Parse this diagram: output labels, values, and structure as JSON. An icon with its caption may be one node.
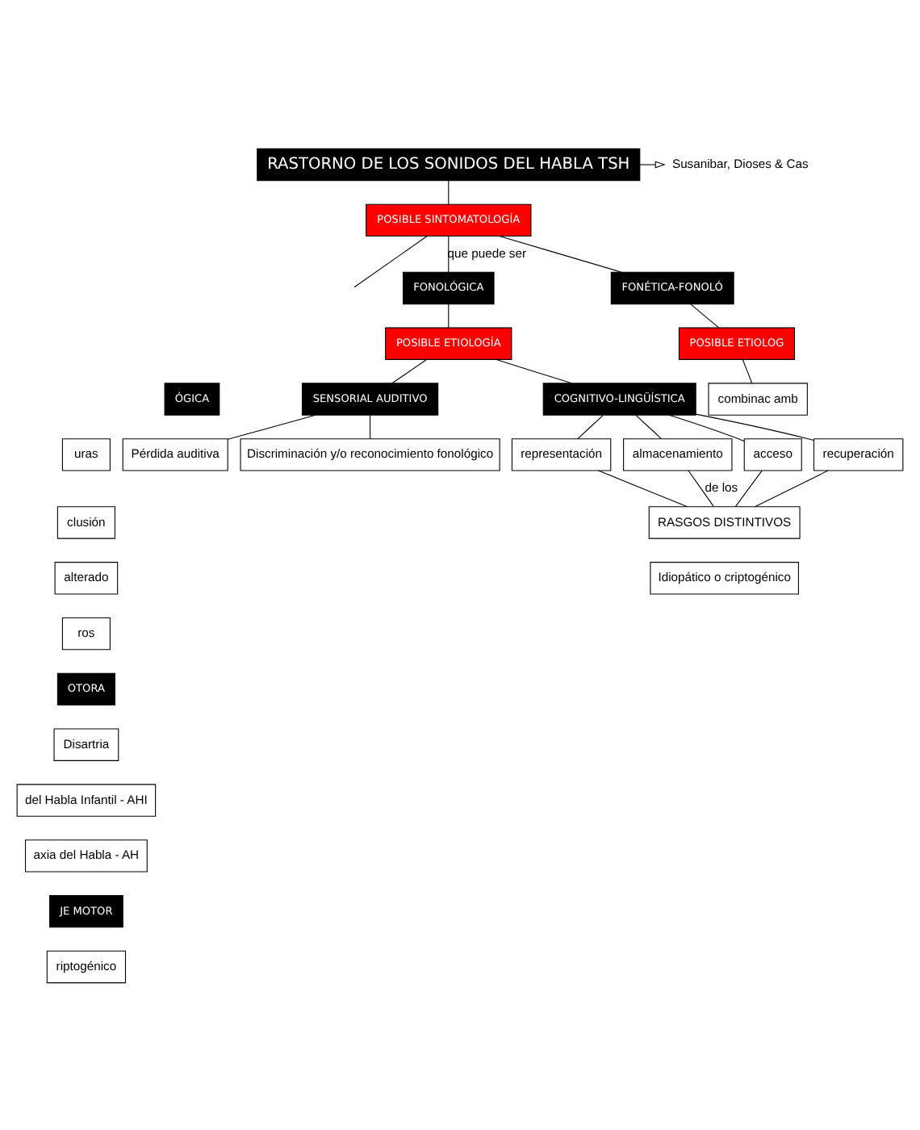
{
  "diagram": {
    "nodes": [
      {
        "text": [
          "RASTORNO DE LOS SONIDOS DEL HABLA TSH"
        ]
      },
      {
        "text": [
          "Susanibar, Dioses & Cas"
        ]
      },
      {
        "text": [
          "POSIBLE SINTOMATOLOGÍA"
        ]
      },
      {
        "text": [
          "FONOLÓGICA"
        ]
      },
      {
        "text": [
          "FONÉTICA-FONOLÓ"
        ]
      },
      {
        "text": [
          "POSIBLE ETIOLOGÍA"
        ]
      },
      {
        "text": [
          "POSIBLE ETIOLOG"
        ]
      },
      {
        "text": [
          "ÓGICA"
        ]
      },
      {
        "text": [
          "uras"
        ]
      },
      {
        "text": [
          "clusión"
        ]
      },
      {
        "text": [
          "alterado"
        ]
      },
      {
        "text": [
          "ros"
        ]
      },
      {
        "text": [
          "OTORA"
        ]
      },
      {
        "text": [
          "Disartria"
        ]
      },
      {
        "text": [
          "del Habla Infantil - AHI"
        ]
      },
      {
        "text": [
          "axia del Habla - AH"
        ]
      },
      {
        "text": [
          "JE MOTOR"
        ]
      },
      {
        "text": [
          "riptogénico"
        ]
      },
      {
        "text": [
          "SENSORIAL AUDITIVO"
        ]
      },
      {
        "text": [
          "Pérdida auditiva"
        ]
      },
      {
        "text": [
          "Discriminación y/o reconocimiento fonológico"
        ]
      },
      {
        "text": [
          "COGNITIVO-LINGÜÍSTICA"
        ]
      },
      {
        "text": [
          "representación"
        ]
      },
      {
        "text": [
          "almacenamiento"
        ]
      },
      {
        "text": [
          "acceso"
        ]
      },
      {
        "text": [
          "recuperación"
        ]
      },
      {
        "text": [
          "RASGOS DISTINTIVOS"
        ]
      },
      {
        "text": [
          "Idiopático o criptogénico"
        ]
      },
      {
        "text": [
          "combinac amb"
        ]
      }
    ],
    "edges": [
      {
        "from": 0,
        "to": 1,
        "arrow": "to"
      },
      {
        "from": 0,
        "to": 2,
        "arrow": "none"
      },
      {
        "from": 2,
        "to": 3,
        "arrow": "none",
        "label": "que puede ser"
      },
      {
        "from": 2,
        "to": 4,
        "arrow": "none"
      },
      {
        "from": 2,
        "to": null,
        "arrow": "none"
      },
      {
        "from": 3,
        "to": 5,
        "arrow": "none"
      },
      {
        "from": 4,
        "to": 6,
        "arrow": "none"
      },
      {
        "from": 5,
        "to": 18,
        "arrow": "none"
      },
      {
        "from": 5,
        "to": 21,
        "arrow": "none"
      },
      {
        "from": 18,
        "to": 19,
        "arrow": "none"
      },
      {
        "from": 18,
        "to": 20,
        "arrow": "none"
      },
      {
        "from": 21,
        "to": 22,
        "arrow": "none"
      },
      {
        "from": 21,
        "to": 23,
        "arrow": "none"
      },
      {
        "from": 21,
        "to": 24,
        "arrow": "none"
      },
      {
        "from": 21,
        "to": 25,
        "arrow": "none"
      },
      {
        "from": 22,
        "to": 26,
        "arrow": "none"
      },
      {
        "from": 23,
        "to": 26,
        "arrow": "none",
        "label": "de los"
      },
      {
        "from": 24,
        "to": 26,
        "arrow": "none"
      },
      {
        "from": 25,
        "to": 26,
        "arrow": "none"
      },
      {
        "from": 6,
        "to": 28,
        "arrow": "none"
      }
    ]
  }
}
